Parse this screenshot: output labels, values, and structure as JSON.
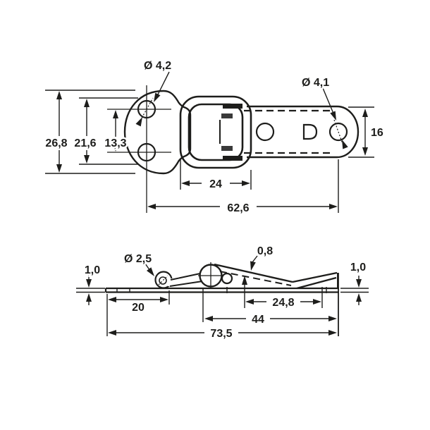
{
  "colors": {
    "line": "#1d1d1b",
    "background": "#ffffff"
  },
  "top_view": {
    "labels": {
      "hole_dia_left": "Ø 4,2",
      "hole_dia_right": "Ø 4,1",
      "overall_width": "26,8",
      "hole_span": "21,6",
      "hole_pitch": "13,3",
      "strap_width": "16",
      "loop_length": "24",
      "hole_distance": "62,6"
    }
  },
  "side_view": {
    "labels": {
      "base_thickness": "1,0",
      "hinge_hole_dia": "Ø 2,5",
      "spring_thickness": "0,8",
      "strap_thickness": "1,0",
      "hinge_offset": "20",
      "lever_span": "24,8",
      "strap_span": "44",
      "overall_length": "73,5"
    }
  }
}
